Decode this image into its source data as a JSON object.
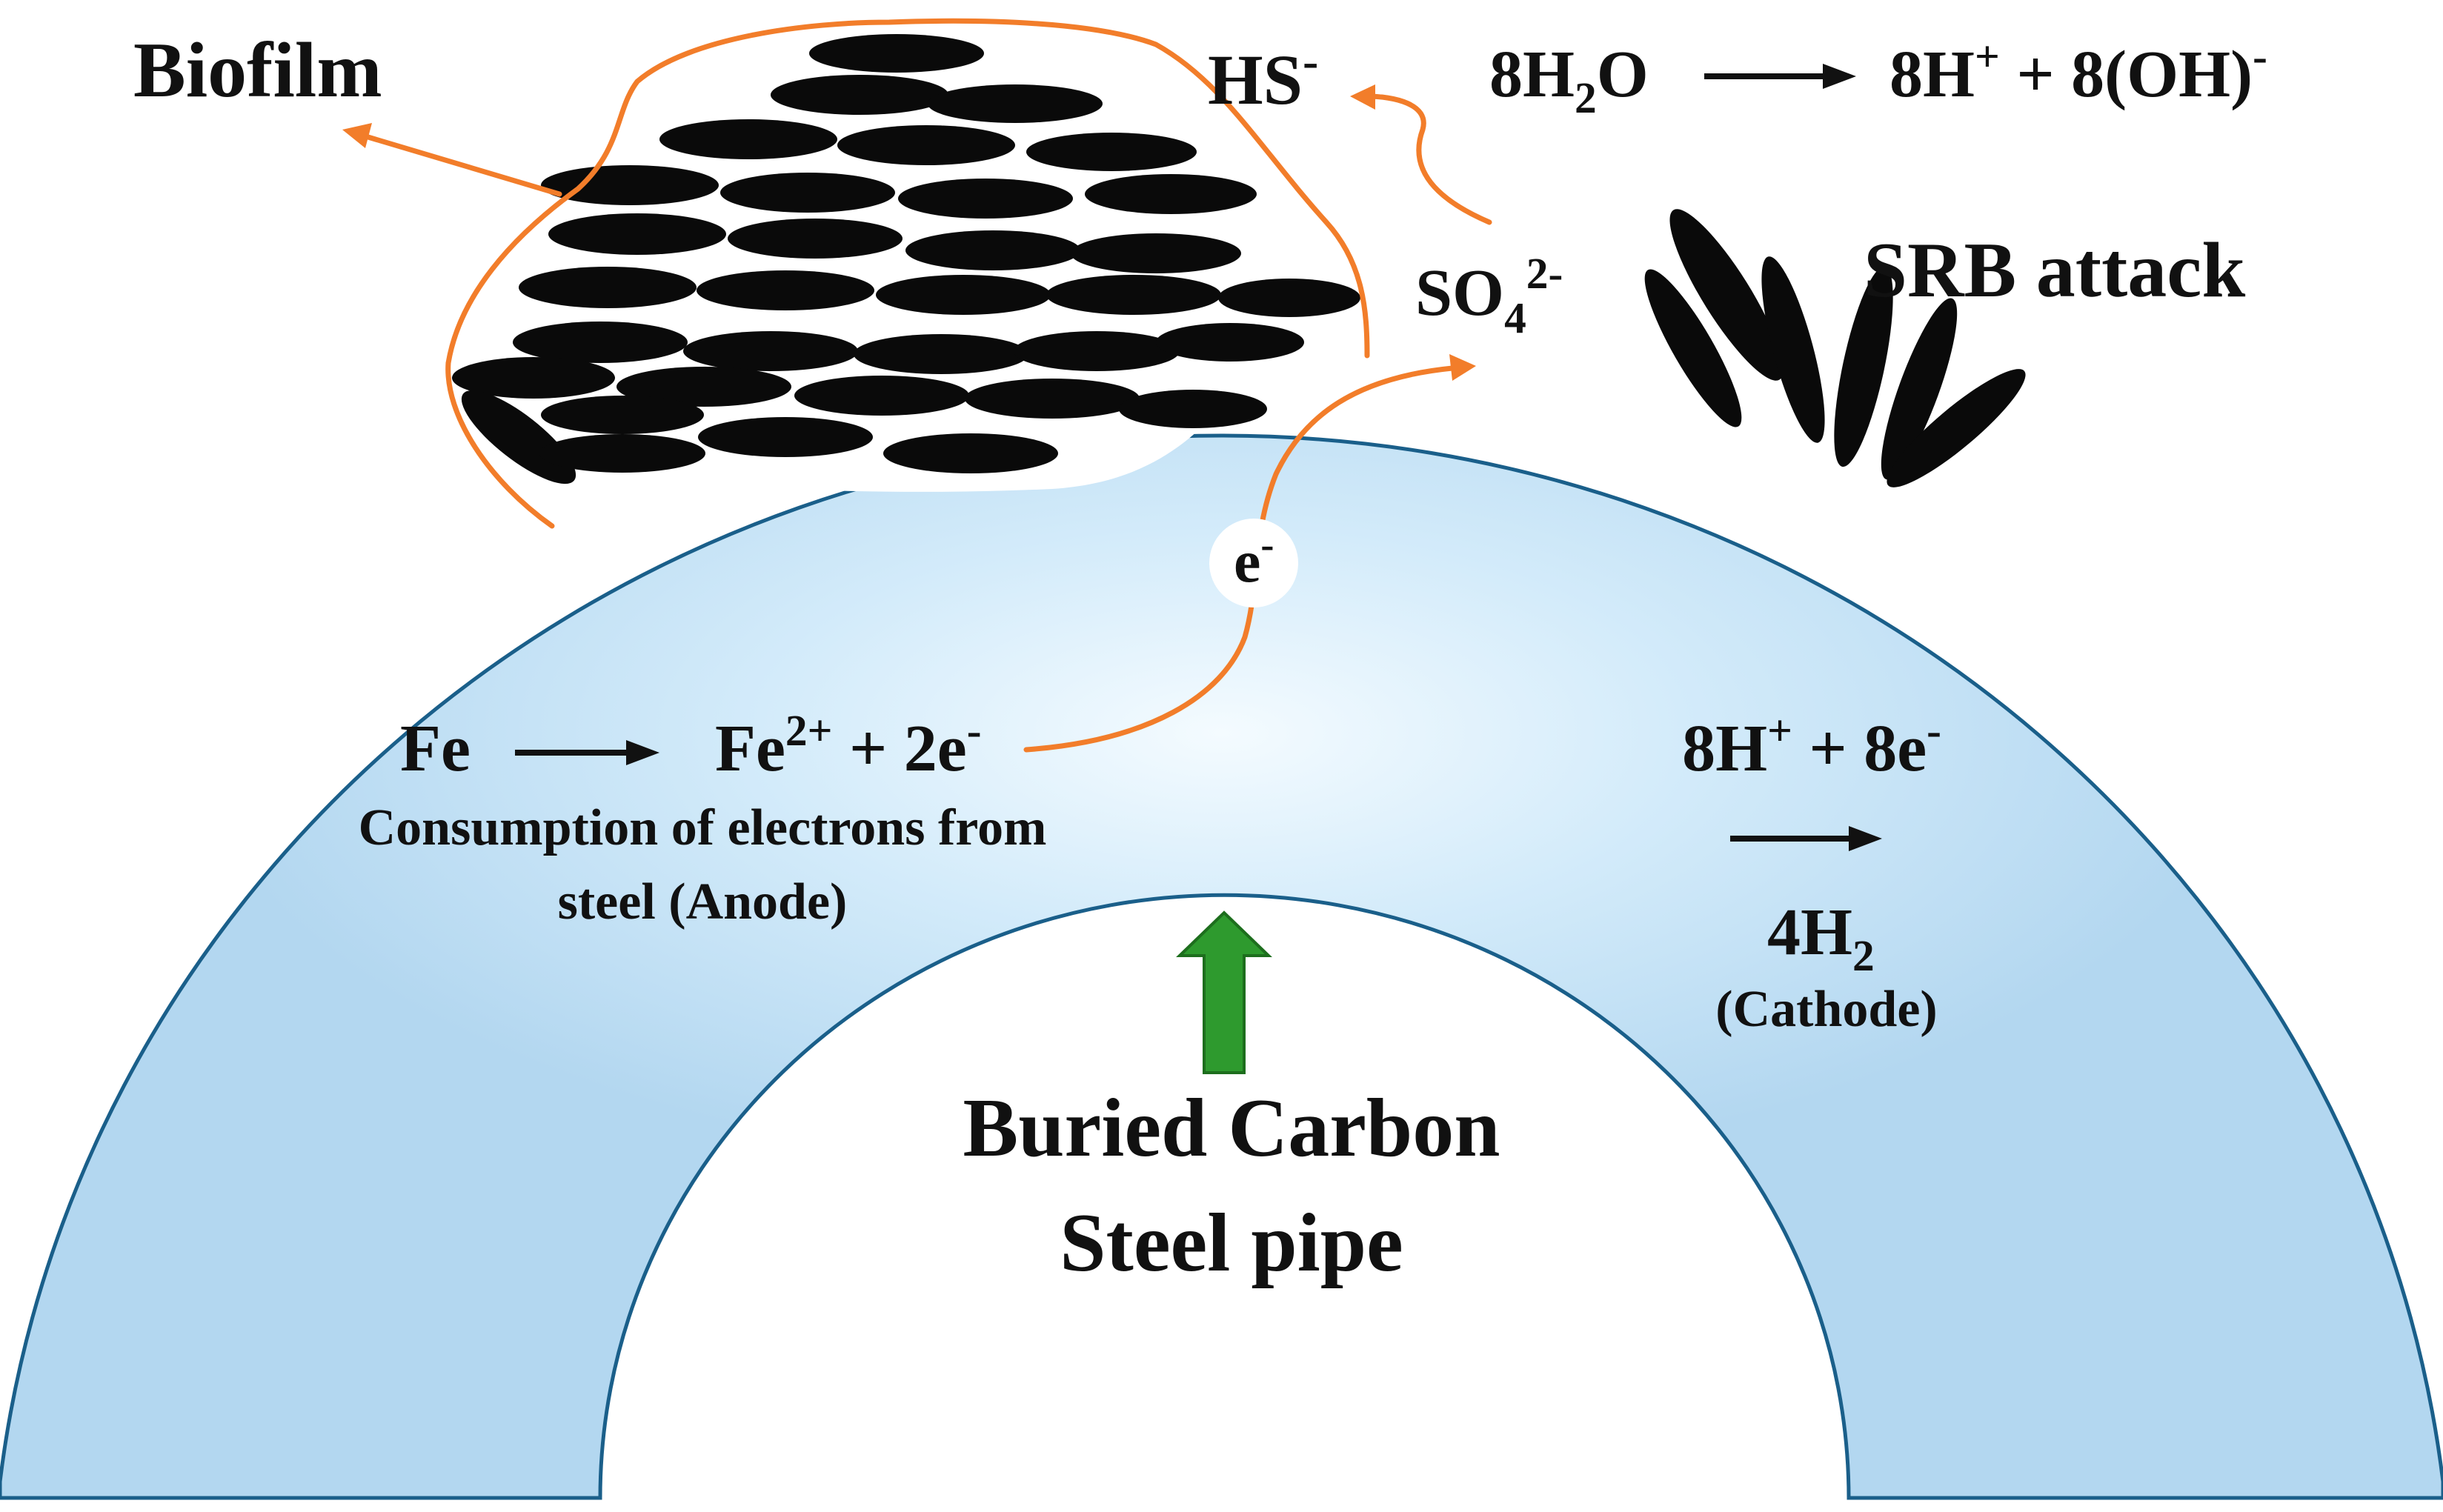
{
  "labels": {
    "biofilm": "Biofilm",
    "hs": "HS",
    "hs_sup": "-",
    "water_left_a": "8H",
    "water_left_sub": "2",
    "water_left_b": "O",
    "water_right_a": "8H",
    "water_right_sup": "+",
    "water_right_b": " + 8(OH)",
    "water_right_sup2": "-",
    "sulfate": "SO",
    "sulfate_sub": "4",
    "sulfate_sup": "2-",
    "srb_attack": "SRB attack",
    "electron": "e",
    "electron_sup": "-",
    "anode_fe": "Fe",
    "anode_prod_a": "Fe",
    "anode_prod_sup": "2+",
    "anode_prod_b": " + 2e",
    "anode_prod_sup2": "-",
    "anode_desc_1": "Consumption of electrons from",
    "anode_desc_2": "steel (Anode)",
    "cathode_react_a": "8H",
    "cathode_react_sup": "+",
    "cathode_react_b": " + 8e",
    "cathode_react_sup2": "-",
    "cathode_prod_a": "4H",
    "cathode_prod_sub": "2",
    "cathode_label": "(Cathode)",
    "pipe_line_1": "Buried Carbon",
    "pipe_line_2": "Steel pipe"
  },
  "colors": {
    "pipe_fill": "#b3d7f0",
    "pipe_edge": "#1a5f8a",
    "orange": "#f27d2a",
    "bacteria": "#0a0a0a",
    "green_arrow": "#2e9a2e"
  }
}
